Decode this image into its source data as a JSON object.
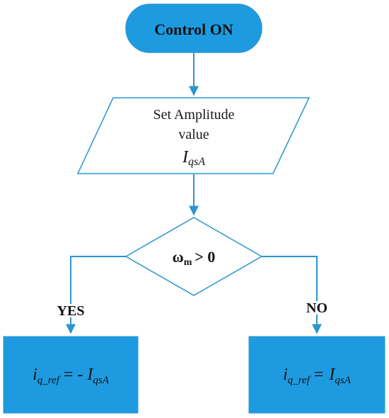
{
  "colors": {
    "box_fill": "#1e9be0",
    "line": "#2b95cf",
    "outline": "#2b95cf",
    "text": "#111111"
  },
  "nodes": {
    "start": {
      "label": "Control ON"
    },
    "input": {
      "line1": "Set Amplitude",
      "line2": "value",
      "symbol": "I",
      "subscript": "qsA"
    },
    "decision": {
      "omega": "ω",
      "sub": "m",
      "op": "> 0"
    },
    "left_result": {
      "lhs": "i",
      "lhs_sub": "q_ref",
      "eq": "= -",
      "rhs": "I",
      "rhs_sub": "qsA"
    },
    "right_result": {
      "lhs": "i",
      "lhs_sub": "q_ref",
      "eq": "=",
      "rhs": "I",
      "rhs_sub": "qsA"
    }
  },
  "branches": {
    "yes": "YES",
    "no": "NO"
  }
}
